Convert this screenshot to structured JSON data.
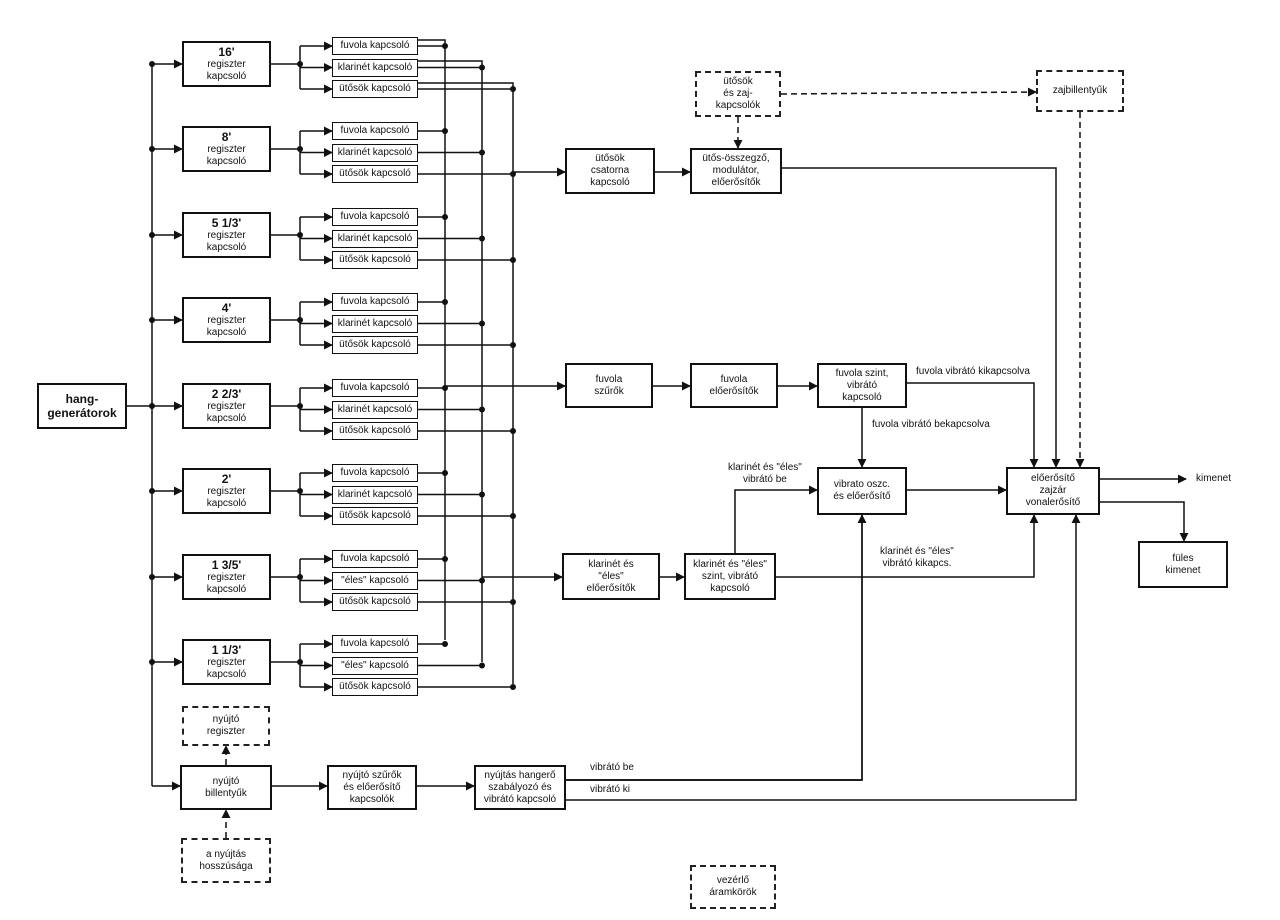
{
  "blocks": {
    "generators": "hang-\ngenerátorok",
    "registers": [
      {
        "footage": "16'",
        "line1": "regiszter",
        "line2": "kapcsoló"
      },
      {
        "footage": "8'",
        "line1": "regiszter",
        "line2": "kapcsoló"
      },
      {
        "footage": "5 1/3'",
        "line1": "regiszter",
        "line2": "kapcsoló"
      },
      {
        "footage": "4'",
        "line1": "regiszter",
        "line2": "kapcsoló"
      },
      {
        "footage": "2 2/3'",
        "line1": "regiszter",
        "line2": "kapcsoló"
      },
      {
        "footage": "2'",
        "line1": "regiszter",
        "line2": "kapcsoló"
      },
      {
        "footage": "1 3/5'",
        "line1": "regiszter",
        "line2": "kapcsoló"
      },
      {
        "footage": "1 1/3'",
        "line1": "regiszter",
        "line2": "kapcsoló"
      }
    ],
    "switches": [
      [
        "fuvola kapcsoló",
        "klarinét kapcsoló",
        "ütősök kapcsoló"
      ],
      [
        "fuvola kapcsoló",
        "klarinét kapcsoló",
        "ütősök kapcsoló"
      ],
      [
        "fuvola kapcsoló",
        "klarinét kapcsoló",
        "ütősök kapcsoló"
      ],
      [
        "fuvola kapcsoló",
        "klarinét kapcsoló",
        "ütősök kapcsoló"
      ],
      [
        "fuvola kapcsoló",
        "klarinét kapcsoló",
        "ütősök kapcsoló"
      ],
      [
        "fuvola kapcsoló",
        "klarinét kapcsoló",
        "ütősök kapcsoló"
      ],
      [
        "fuvola kapcsoló",
        "\"éles\" kapcsoló",
        "ütősök kapcsoló"
      ],
      [
        "fuvola kapcsoló",
        "\"éles\" kapcsoló",
        "ütősök kapcsoló"
      ]
    ],
    "perc_channel": "ütősök\ncsatorna\nkapcsoló",
    "perc_noise_switches": "ütősök\nés zaj-\nkapcsolók",
    "perc_mixer": "ütős-összegző,\nmodulátor,\nelőerősítők",
    "noise_keys": "zajbillentyűk",
    "flute_filters": "fuvola\nszűrők",
    "flute_preamps": "fuvola\nelőerősítők",
    "flute_level": "fuvola szint,\nvibrátó\nkapcsoló",
    "vibrato_osc": "vibrato oszc.\nés előerősítő",
    "clar_preamps": "klarinét és\n\"éles\"\nelőerősítők",
    "clar_level": "klarinét és \"éles\"\nszint, vibrátó\nkapcsoló",
    "main_amp": "előerősítő\nzajzár\nvonalerősítő",
    "headphone": "füles\nkimenet",
    "sustain_register": "nyújtó\nregiszter",
    "sustain_keys": "nyújtó\nbillentyűk",
    "sustain_filters": "nyújtó szűrők\nés előerősítő\nkapcsolók",
    "sustain_volume": "nyújtás hangerő\nszabályozó és\nvibrátó kapcsoló",
    "sustain_length": "a nyújtás\nhosszúsága",
    "control_circuits": "vezérlő\náramkörök"
  },
  "labels": {
    "output": "kimenet",
    "flute_vib_off": "fuvola vibrátó kikapcsolva",
    "flute_vib_on": "fuvola vibrátó bekapcsolva",
    "clar_vib_on": "klarinét és \"éles\"\nvibrátó be",
    "clar_vib_off": "klarinét és \"éles\"\nvibrátó kikapcs.",
    "vib_on": "vibrátó be",
    "vib_off": "vibrátó ki"
  }
}
